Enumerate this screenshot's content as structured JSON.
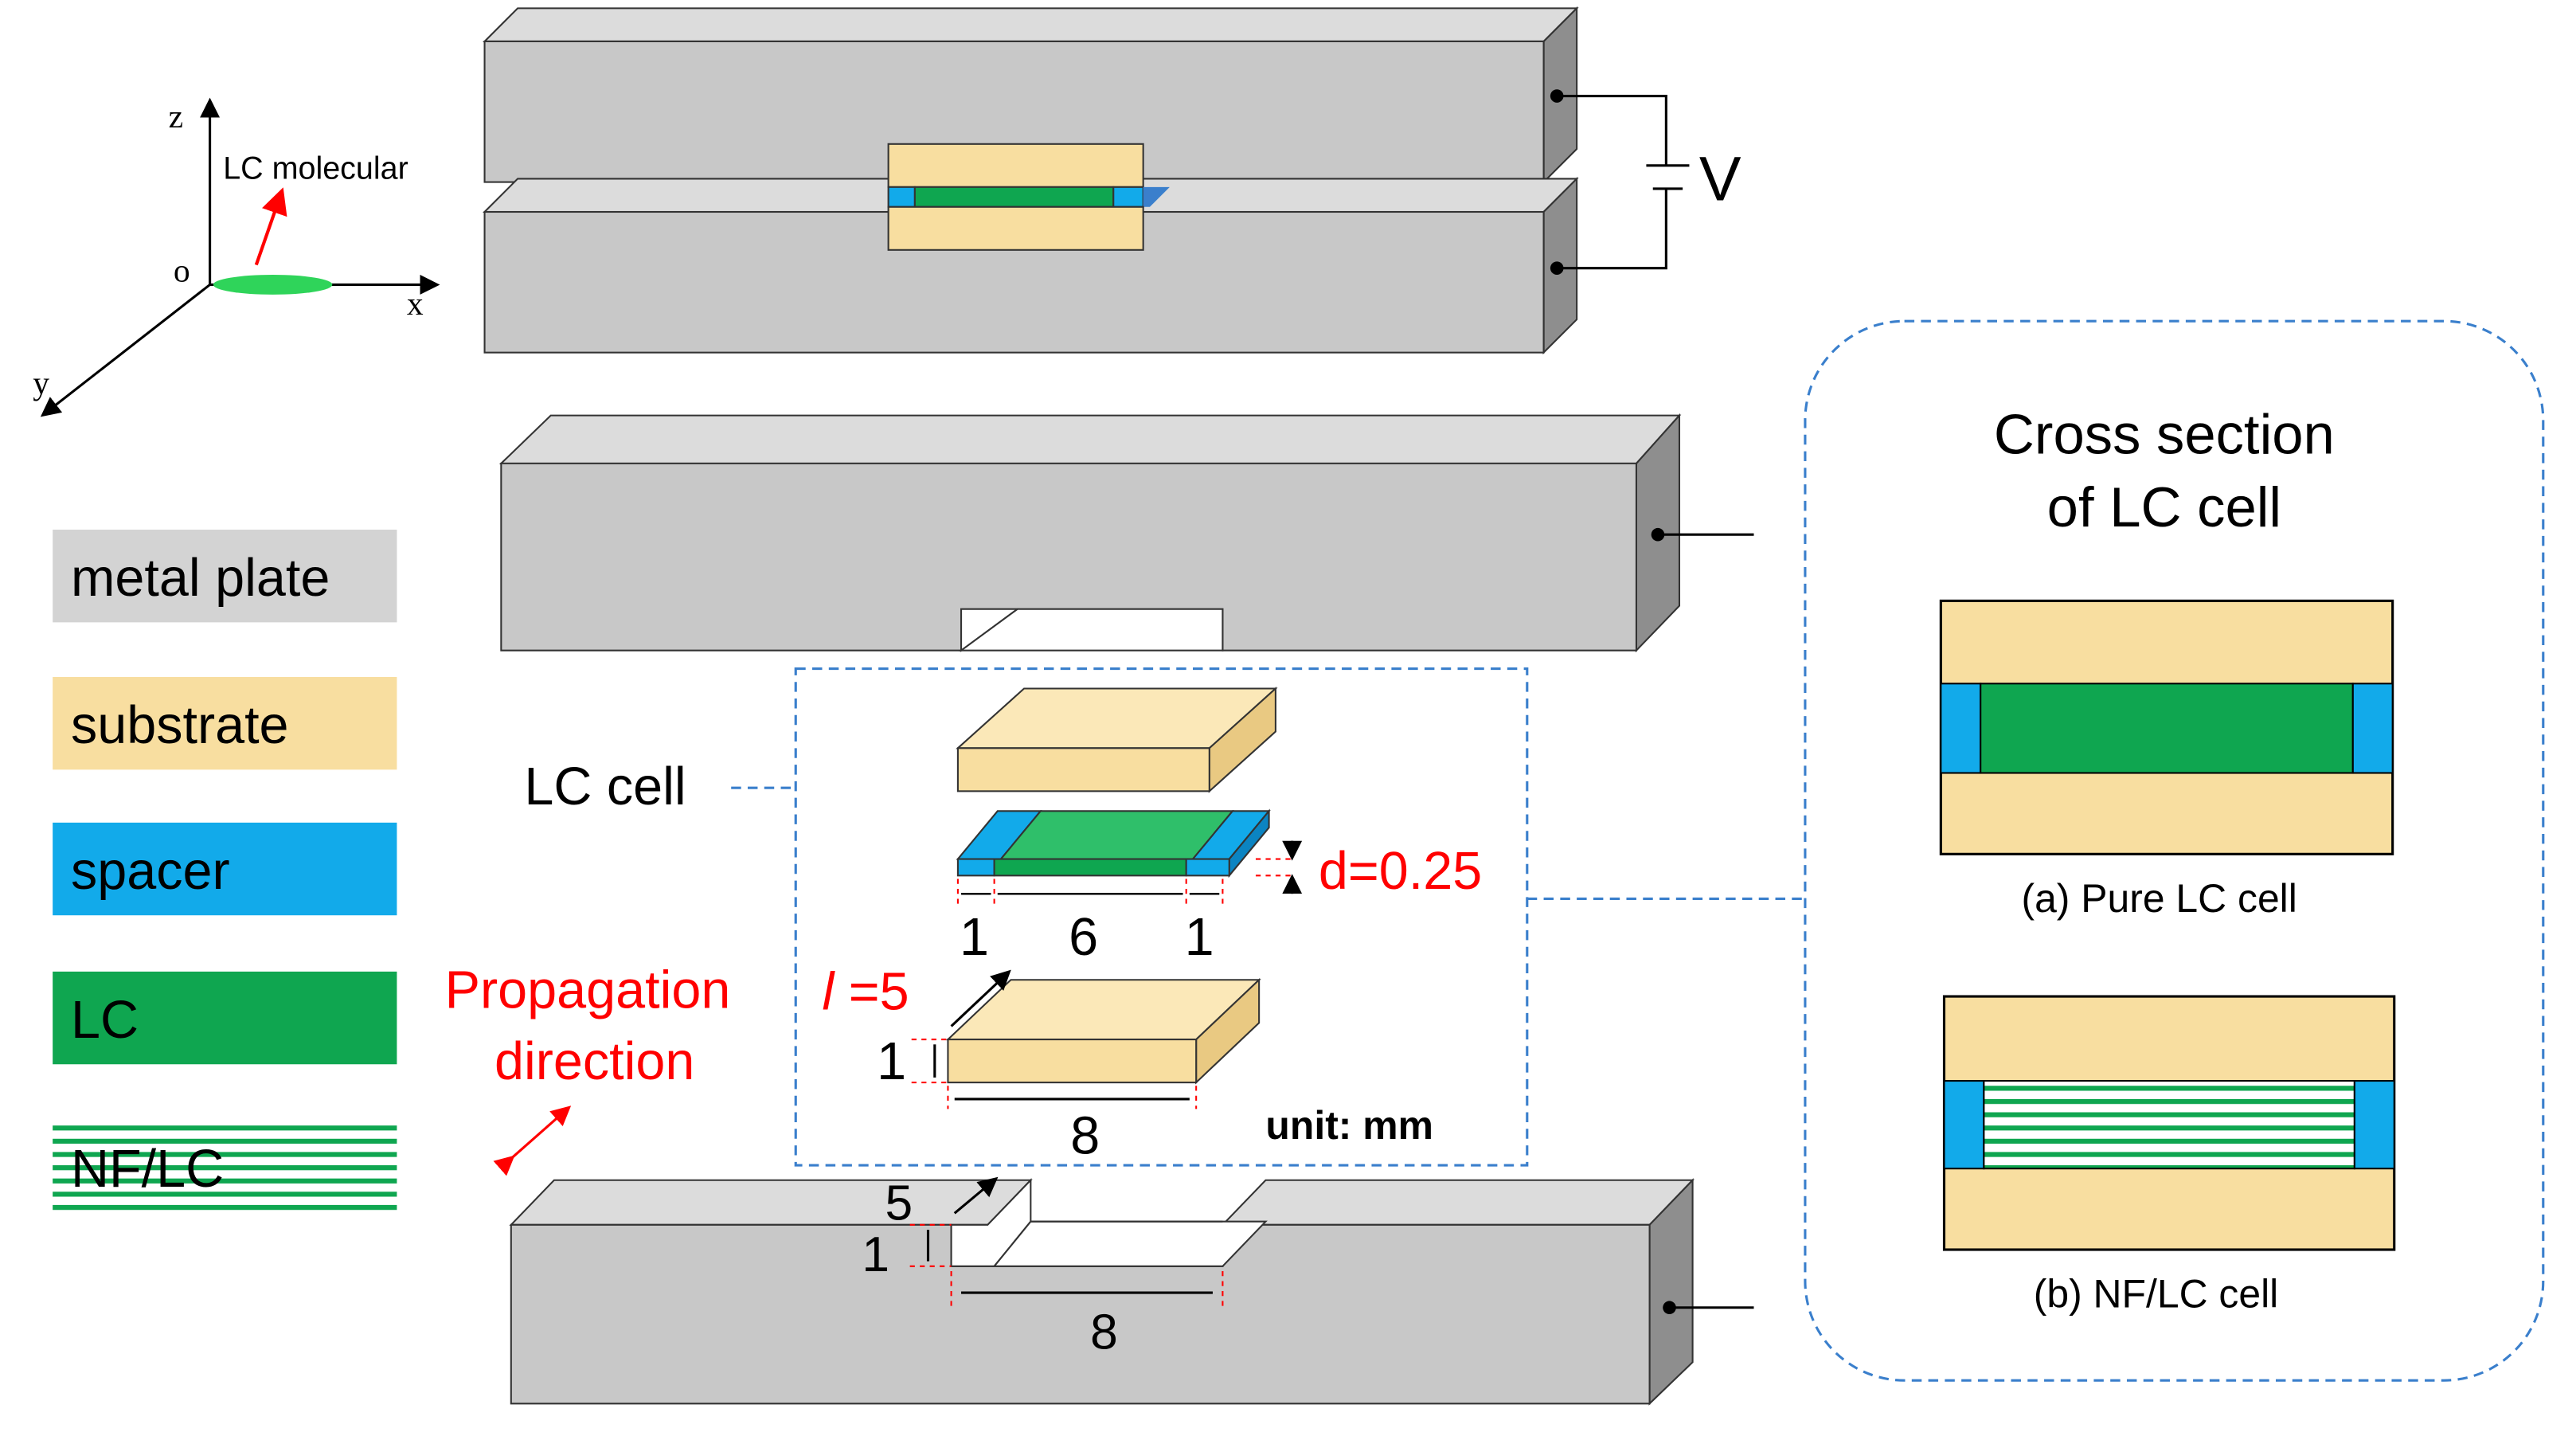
{
  "colors": {
    "metal_face": "#c8c8c8",
    "metal_top": "#dcdcdc",
    "metal_side": "#8e8e8e",
    "substrate": "#f8dea0",
    "spacer": "#12aaea",
    "lc": "#0fa650",
    "dimension_red": "#ff0000",
    "dashed_blue": "#3a7fcc",
    "molecule": "#2fd45a"
  },
  "axes": {
    "z": "z",
    "x": "x",
    "y": "y",
    "origin": "o",
    "molecule_label": "LC molecular"
  },
  "voltage_label": "V",
  "legend": [
    {
      "label": "metal plate",
      "swatch": "metal"
    },
    {
      "label": "substrate",
      "swatch": "substrate"
    },
    {
      "label": "spacer",
      "swatch": "spacer"
    },
    {
      "label": "LC",
      "swatch": "lc"
    },
    {
      "label": "NF/LC",
      "swatch": "nflc"
    }
  ],
  "lc_cell_label": "LC cell",
  "propagation_label_line1": "Propagation",
  "propagation_label_line2": "direction",
  "dimensions": {
    "thickness": "d=0.25",
    "spacer_left": "1",
    "lc_width": "6",
    "spacer_right": "1",
    "length_prefix": "l",
    "length_value": " =5",
    "substrate_height": "1",
    "substrate_width": "8",
    "unit": "unit: mm",
    "groove_depth": "5",
    "groove_height": "1",
    "groove_width": "8"
  },
  "cross_section": {
    "title_line1": "Cross section",
    "title_line2": "of LC cell",
    "caption_a": "(a) Pure LC cell",
    "caption_b": "(b) NF/LC cell"
  }
}
